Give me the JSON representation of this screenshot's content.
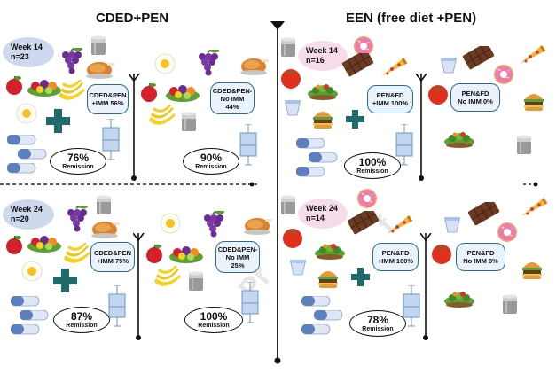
{
  "headings": {
    "left": "CDED+PEN",
    "right": "EEN (free diet +PEN)"
  },
  "panels": {
    "tl": {
      "week": "Week 14",
      "n": "n=23",
      "groupA": {
        "line1": "CDED&PEN",
        "line2": "+IMM 56%",
        "remission_pct": "76%",
        "remission_label": "Remission"
      },
      "groupB": {
        "line1": "CDED&PEN-",
        "line2": "No IMM",
        "line3": "44%",
        "remission_pct": "90%",
        "remission_label": "Remission"
      }
    },
    "bl": {
      "week": "Week 24",
      "n": "n=20",
      "groupA": {
        "line1": "CDED&PEN",
        "line2": "+IMM 75%",
        "remission_pct": "87%",
        "remission_label": "Remission"
      },
      "groupB": {
        "line1": "CDED&PEN-",
        "line2": "No IMM",
        "line3": "25%",
        "remission_pct": "100%",
        "remission_label": "Remission"
      }
    },
    "tr": {
      "week": "Week 14",
      "n": "n=16",
      "groupA": {
        "line1": "PEN&FD",
        "line2": "+IMM 100%",
        "remission_pct": "100%",
        "remission_label": "Remission"
      },
      "groupB": {
        "line1": "PEN&FD",
        "line2": "No IMM 0%"
      }
    },
    "br": {
      "week": "Week 24",
      "n": "n=14",
      "groupA": {
        "line1": "PEN&FD",
        "line2": "+IMM 100%",
        "remission_pct": "78%",
        "remission_label": "Remission"
      },
      "groupB": {
        "line1": "PEN&FD",
        "line2": "No IMM 0%"
      }
    }
  },
  "colors": {
    "plus": "#1f6b6b",
    "box_border": "#2a6aa3",
    "week_left": "#cfd9ee",
    "week_right": "#f6dcea"
  },
  "icons": [
    "grapes-icon",
    "roast-chicken-icon",
    "apple-icon",
    "banana-icon",
    "egg-icon",
    "canned-food-icon",
    "capsule-icon",
    "donut-icon",
    "chocolate-bar-icon",
    "pizza-slice-icon",
    "burger-icon",
    "tomato-icon",
    "salad-icon",
    "yogurt-cup-icon",
    "boxplot-icon",
    "arrow-down-icon"
  ]
}
